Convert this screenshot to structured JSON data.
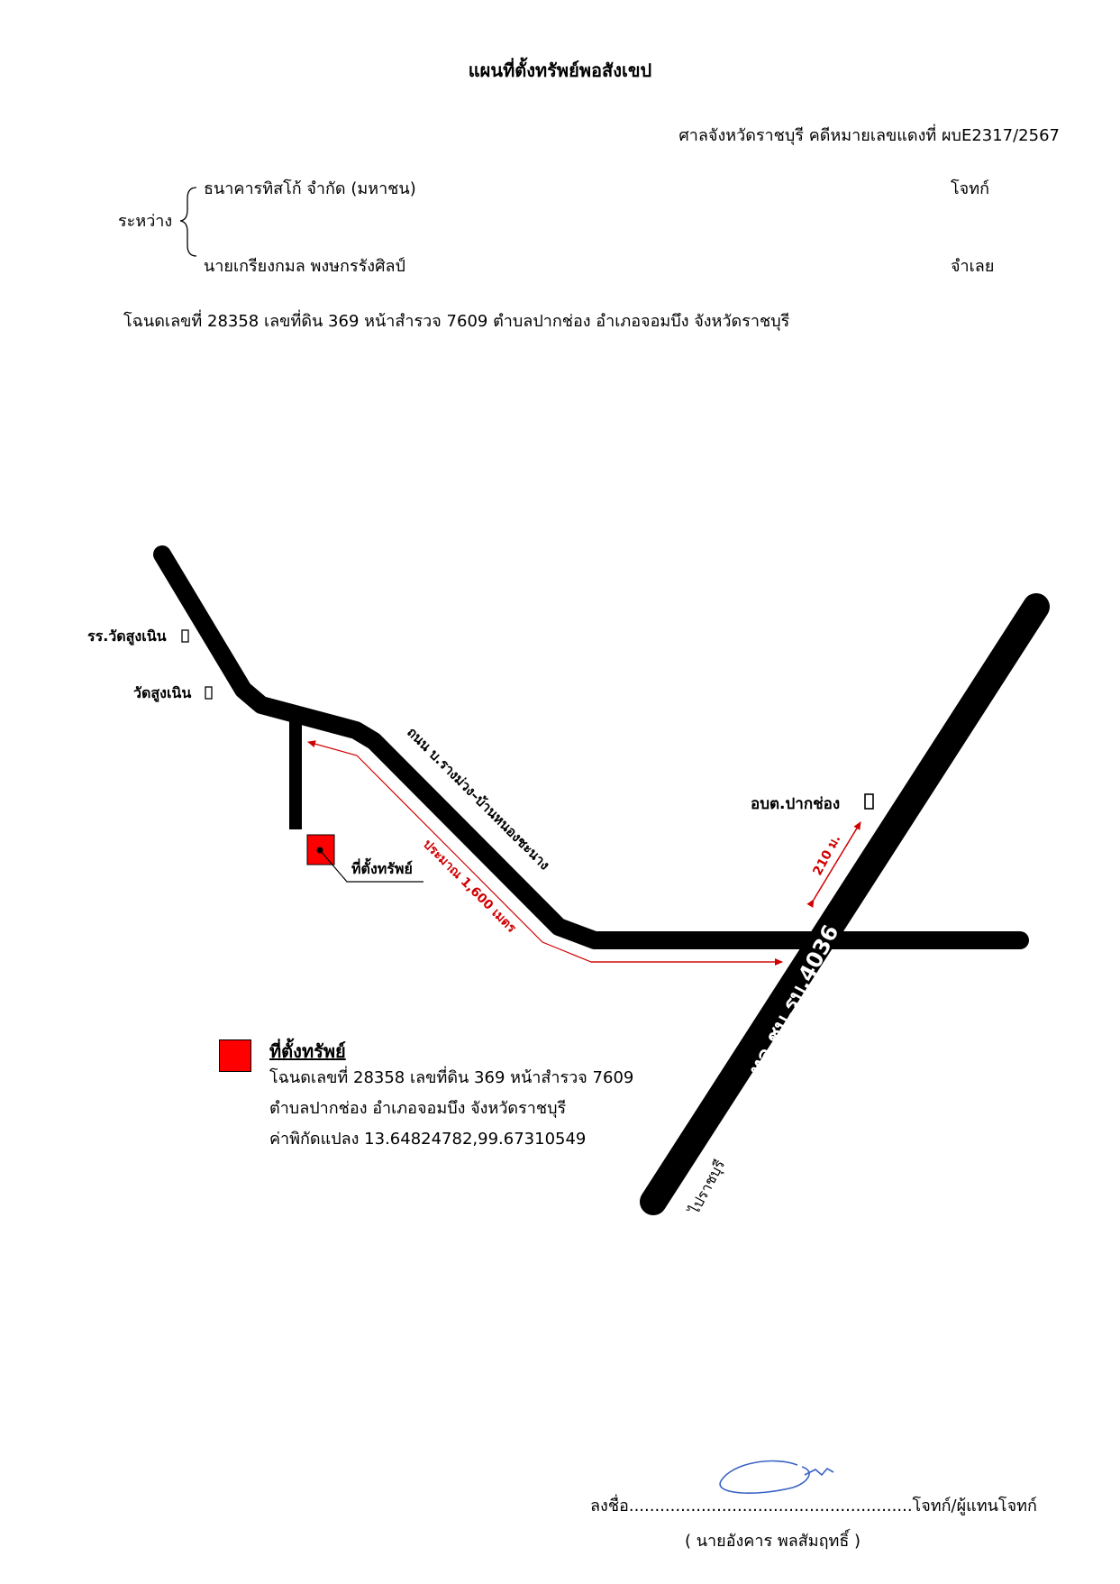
{
  "header": {
    "title": "แผนที่ตั้งทรัพย์พอสังเขป",
    "court_case": "ศาลจังหวัดราชบุรี คดีหมายเลขแดงที่ ผบE2317/2567"
  },
  "parties": {
    "between_label": "ระหว่าง",
    "plaintiff_name": "ธนาคารทิสโก้ จำกัด (มหาชน)",
    "plaintiff_role": "โจทก์",
    "defendant_name": "นายเกรียงกมล พงษกรรังศิลป์",
    "defendant_role": "จำเลย"
  },
  "deed_info": "โฉนดเลขที่ 28358 เลขที่ดิน 369 หน้าสำรวจ 7609 ตำบลปากช่อง อำเภอจอมบึง จังหวัดราชบุรี",
  "map": {
    "school_label": "รร.วัดสูงเนิน",
    "temple_label": "วัดสูงเนิน",
    "road_label": "ถนน บ.รางม่วง–บ้านหนองชะนาง",
    "property_label": "ที่ตั้งทรัพย์",
    "distance_label": "ประมาณ 1,600 เมตร",
    "tao_label": "อบต.ปากช่อง",
    "short_distance_label": "210 ม.",
    "highway_label": "ทล.ชบ.รบ.4036",
    "direction_label": "ไปราชบุรี",
    "landmark_icon": "building-icon",
    "road_color": "#000000",
    "marker_color": "#ff0000",
    "annotation_color": "#d00000"
  },
  "legend": {
    "title": "ที่ตั้งทรัพย์",
    "line1": "โฉนดเลขที่ 28358 เลขที่ดิน 369 หน้าสำรวจ 7609",
    "line2": "ตำบลปากช่อง อำเภอจอมบึง จังหวัดราชบุรี",
    "line3": "ค่าพิกัดแปลง 13.64824782,99.67310549"
  },
  "signature": {
    "sign_line": "ลงชื่อ.......................................................โจทก์/ผู้แทนโจทก์",
    "signer_name": "( นายอังคาร พลสัมฤทธิ์ )"
  }
}
